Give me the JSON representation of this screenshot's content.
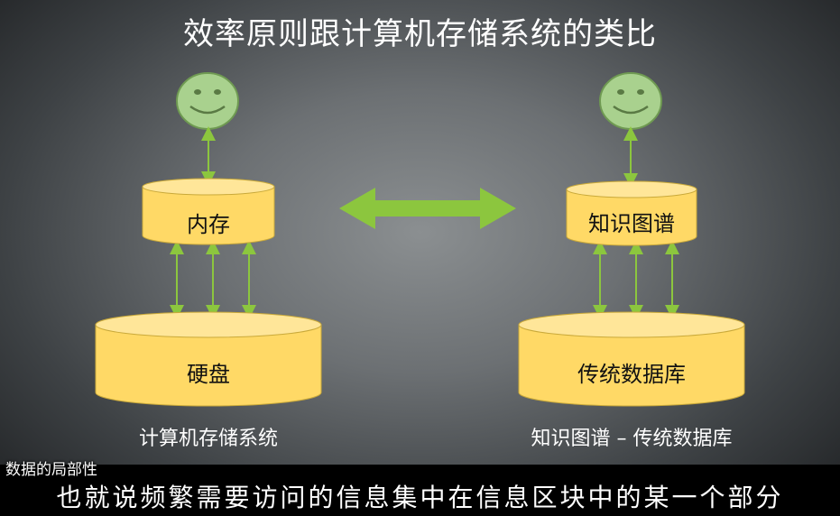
{
  "title": "效率原则跟计算机存储系统的类比",
  "left": {
    "upper_label": "内存",
    "lower_label": "硬盘",
    "caption": "计算机存储系统"
  },
  "right": {
    "upper_label": "知识图谱",
    "lower_label": "传统数据库",
    "caption": "知识图谱 – 传统数据库"
  },
  "colors": {
    "cylinder_fill": "#ffd966",
    "arrow_green": "#8cc63e",
    "face_fill": "#a9d18e"
  },
  "icons": [
    "smiley-face-icon",
    "double-arrow-icon"
  ],
  "subtitle": {
    "small": "数据的局部性",
    "main": "也就说频繁需要访问的信息集中在信息区块中的某一个部分"
  }
}
